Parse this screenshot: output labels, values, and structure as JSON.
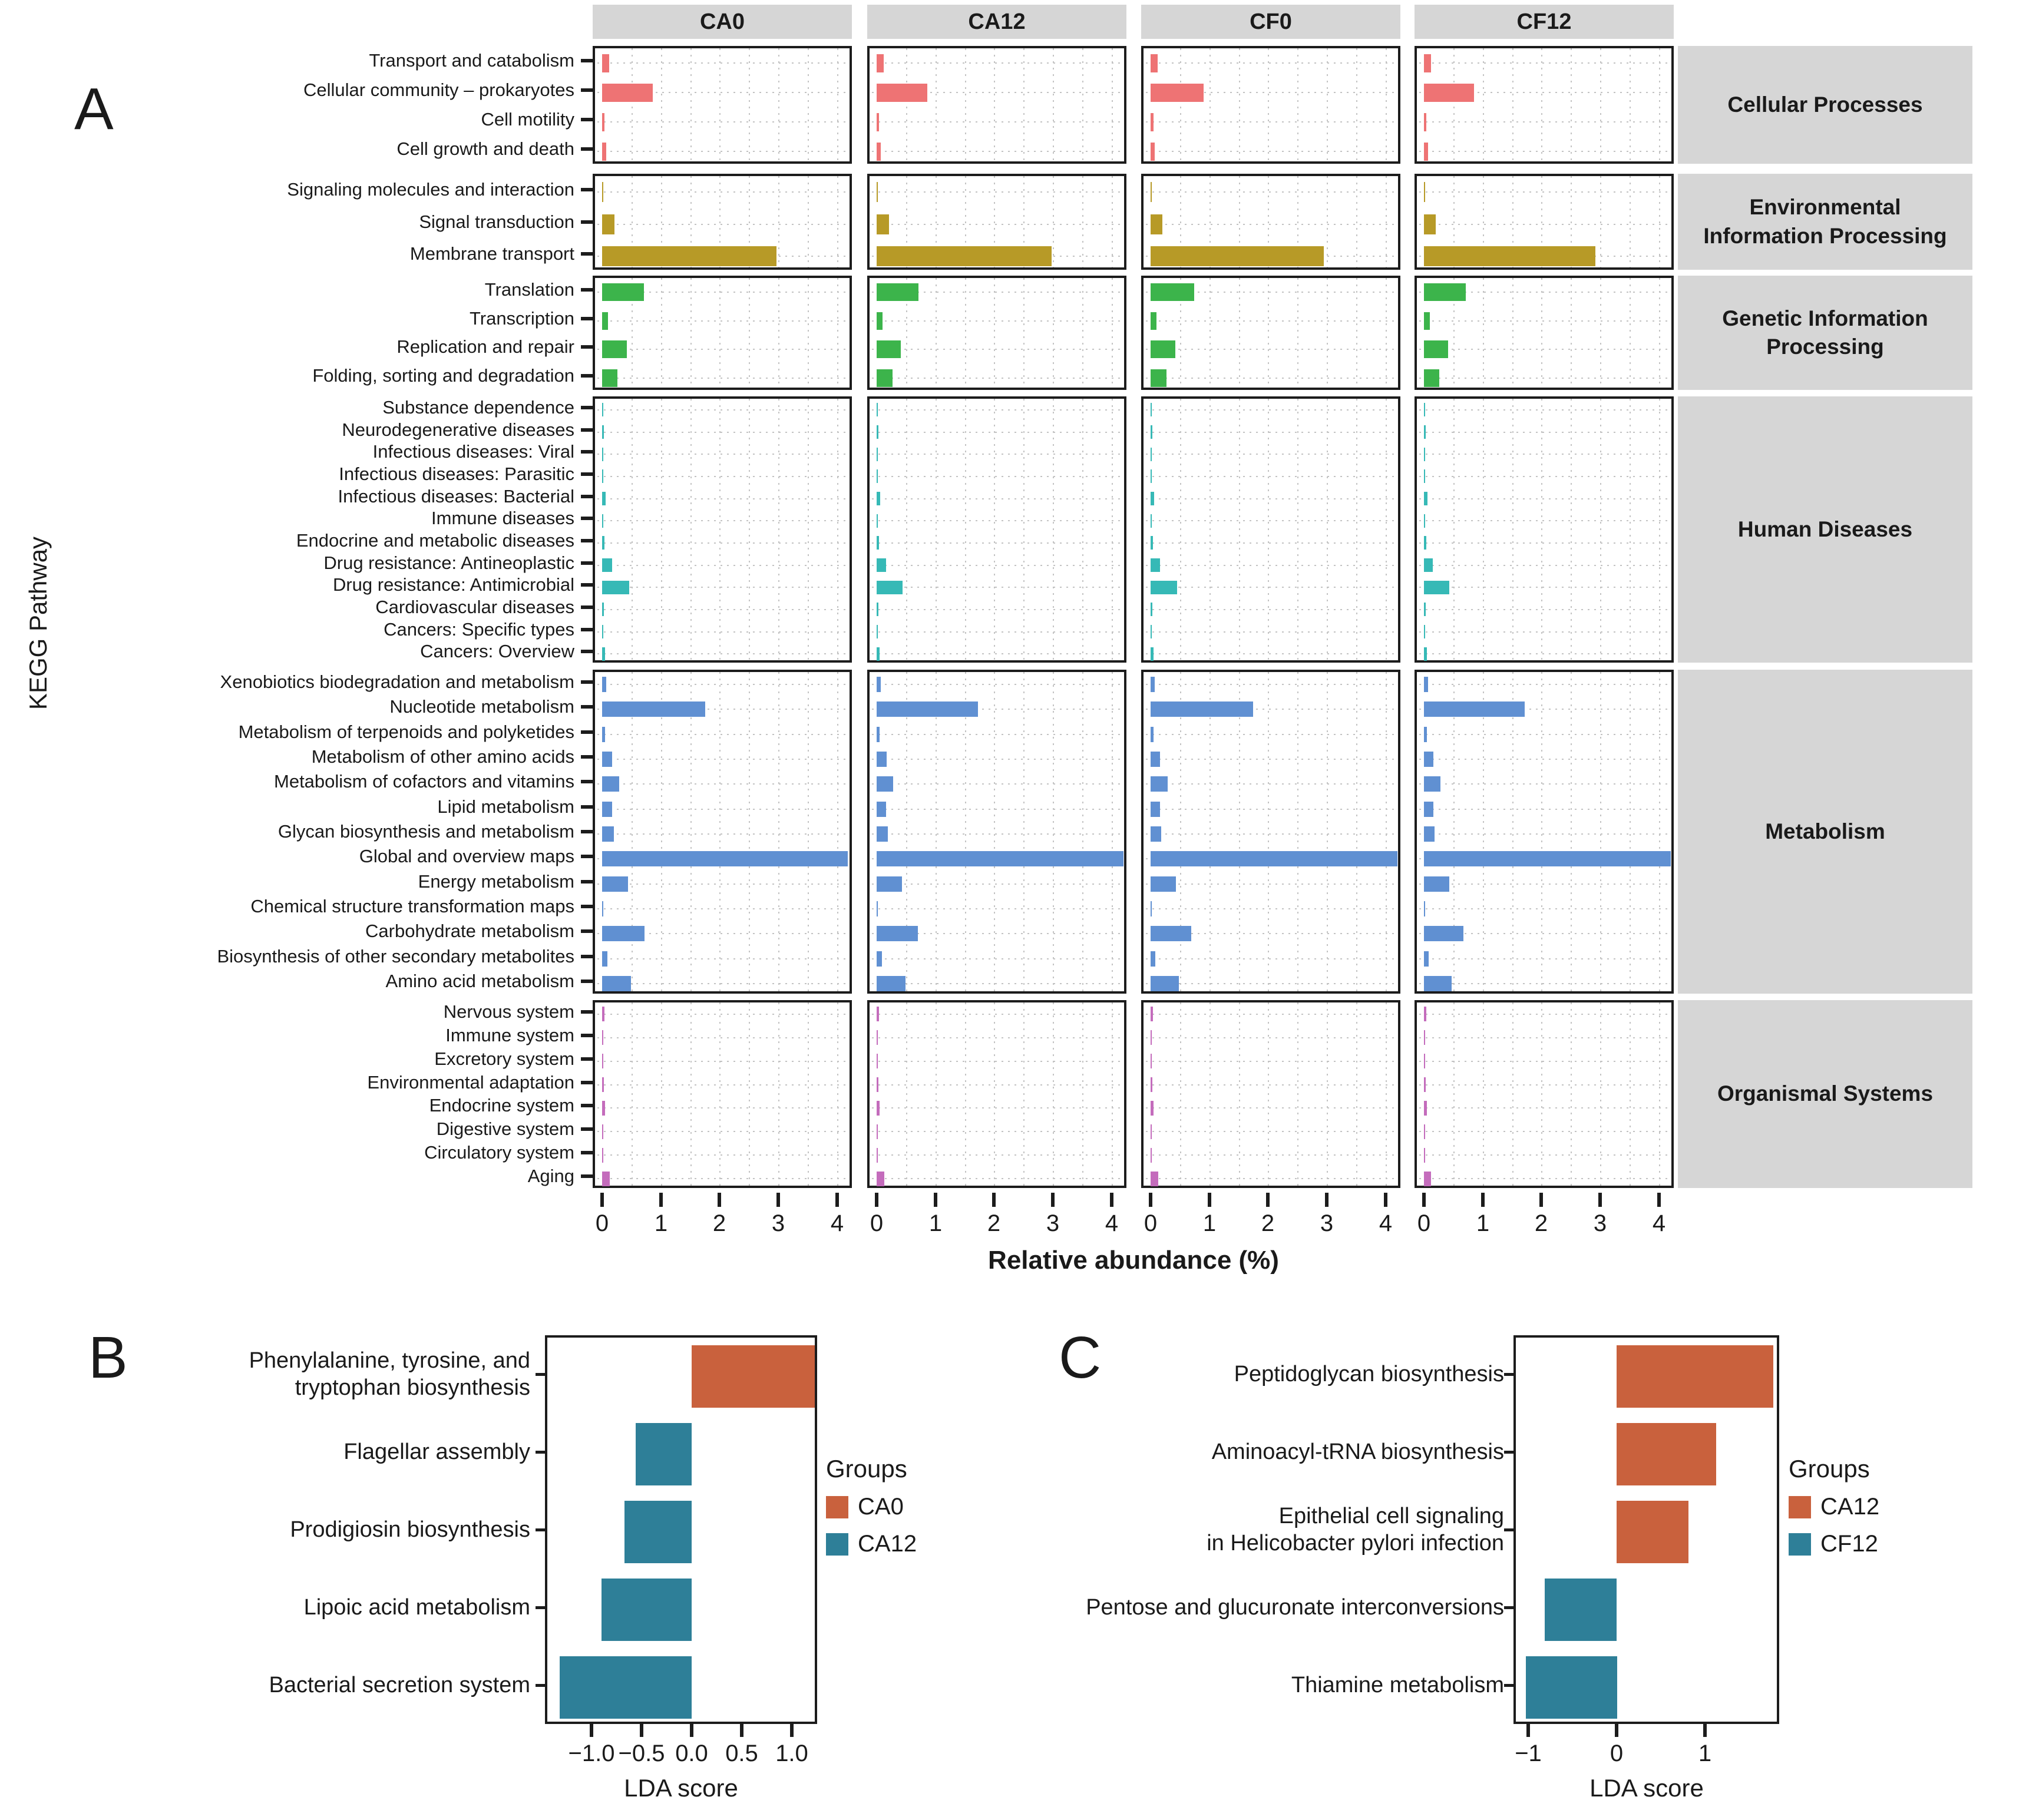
{
  "chart_data": [
    {
      "panel_label": "A",
      "type": "bar",
      "orientation": "horizontal",
      "x_label": "Relative abundance (%)",
      "y_label": "KEGG Pathway",
      "facet_columns": [
        "CA0",
        "CA12",
        "CF0",
        "CF12"
      ],
      "x_ticks": [
        0,
        1,
        2,
        3,
        4
      ],
      "xlim": [
        0,
        4.25
      ],
      "grid": "dotted",
      "facets": [
        {
          "category": "Cellular Processes",
          "color": "#EE7374",
          "rows": [
            {
              "label": "Transport and catabolism",
              "values": [
                0.12,
                0.12,
                0.12,
                0.12
              ]
            },
            {
              "label": "Cellular community – prokaryotes",
              "values": [
                0.86,
                0.86,
                0.9,
                0.85
              ]
            },
            {
              "label": "Cell motility",
              "values": [
                0.04,
                0.04,
                0.05,
                0.04
              ]
            },
            {
              "label": "Cell growth and death",
              "values": [
                0.07,
                0.07,
                0.07,
                0.07
              ]
            }
          ]
        },
        {
          "category": "Environmental Information Processing",
          "color": "#B79A27",
          "rows": [
            {
              "label": "Signaling molecules and interaction",
              "values": [
                0.02,
                0.02,
                0.02,
                0.02
              ]
            },
            {
              "label": "Signal transduction",
              "values": [
                0.21,
                0.21,
                0.2,
                0.2
              ]
            },
            {
              "label": "Membrane transport",
              "values": [
                2.97,
                2.98,
                2.95,
                2.92
              ]
            }
          ]
        },
        {
          "category": "Genetic Information Processing",
          "color": "#3CB44B",
          "rows": [
            {
              "label": "Translation",
              "values": [
                0.71,
                0.71,
                0.74,
                0.71
              ]
            },
            {
              "label": "Transcription",
              "values": [
                0.1,
                0.1,
                0.1,
                0.1
              ]
            },
            {
              "label": "Replication and repair",
              "values": [
                0.42,
                0.41,
                0.42,
                0.41
              ]
            },
            {
              "label": "Folding, sorting and degradation",
              "values": [
                0.26,
                0.27,
                0.27,
                0.26
              ]
            }
          ]
        },
        {
          "category": "Human Diseases",
          "color": "#36B9B6",
          "rows": [
            {
              "label": "Substance dependence",
              "values": [
                0.01,
                0.01,
                0.01,
                0.01
              ]
            },
            {
              "label": "Neurodegenerative diseases",
              "values": [
                0.03,
                0.03,
                0.03,
                0.03
              ]
            },
            {
              "label": "Infectious diseases: Viral",
              "values": [
                0.02,
                0.02,
                0.02,
                0.02
              ]
            },
            {
              "label": "Infectious diseases: Parasitic",
              "values": [
                0.01,
                0.01,
                0.01,
                0.01
              ]
            },
            {
              "label": "Infectious diseases: Bacterial",
              "values": [
                0.06,
                0.06,
                0.06,
                0.06
              ]
            },
            {
              "label": "Immune diseases",
              "values": [
                0.02,
                0.02,
                0.02,
                0.02
              ]
            },
            {
              "label": "Endocrine and metabolic diseases",
              "values": [
                0.04,
                0.04,
                0.04,
                0.04
              ]
            },
            {
              "label": "Drug resistance: Antineoplastic",
              "values": [
                0.17,
                0.16,
                0.16,
                0.15
              ]
            },
            {
              "label": "Drug resistance: Antimicrobial",
              "values": [
                0.46,
                0.44,
                0.45,
                0.43
              ]
            },
            {
              "label": "Cardiovascular diseases",
              "values": [
                0.03,
                0.03,
                0.03,
                0.03
              ]
            },
            {
              "label": "Cancers: Specific types",
              "values": [
                0.02,
                0.02,
                0.02,
                0.02
              ]
            },
            {
              "label": "Cancers: Overview",
              "values": [
                0.05,
                0.05,
                0.05,
                0.05
              ]
            }
          ]
        },
        {
          "category": "Metabolism",
          "color": "#6090D2",
          "rows": [
            {
              "label": "Xenobiotics biodegradation and metabolism",
              "values": [
                0.07,
                0.07,
                0.07,
                0.07
              ]
            },
            {
              "label": "Nucleotide metabolism",
              "values": [
                1.76,
                1.73,
                1.75,
                1.72
              ]
            },
            {
              "label": "Metabolism of terpenoids and polyketides",
              "values": [
                0.05,
                0.05,
                0.05,
                0.05
              ]
            },
            {
              "label": "Metabolism of other amino acids",
              "values": [
                0.17,
                0.17,
                0.16,
                0.16
              ]
            },
            {
              "label": "Metabolism of cofactors and vitamins",
              "values": [
                0.29,
                0.28,
                0.29,
                0.28
              ]
            },
            {
              "label": "Lipid metabolism",
              "values": [
                0.17,
                0.16,
                0.16,
                0.16
              ]
            },
            {
              "label": "Glycan biosynthesis and metabolism",
              "values": [
                0.2,
                0.19,
                0.18,
                0.18
              ]
            },
            {
              "label": "Global and overview maps",
              "values": [
                4.18,
                4.2,
                4.22,
                4.28
              ]
            },
            {
              "label": "Energy metabolism",
              "values": [
                0.44,
                0.43,
                0.43,
                0.43
              ]
            },
            {
              "label": "Chemical structure transformation maps",
              "values": [
                0.02,
                0.02,
                0.02,
                0.02
              ]
            },
            {
              "label": "Carbohydrate metabolism",
              "values": [
                0.72,
                0.7,
                0.69,
                0.67
              ]
            },
            {
              "label": "Biosynthesis of other secondary metabolites",
              "values": [
                0.09,
                0.09,
                0.08,
                0.08
              ]
            },
            {
              "label": "Amino acid metabolism",
              "values": [
                0.49,
                0.49,
                0.48,
                0.47
              ]
            }
          ]
        },
        {
          "category": "Organismal Systems",
          "color": "#C46CBC",
          "rows": [
            {
              "label": "Nervous system",
              "values": [
                0.04,
                0.04,
                0.04,
                0.04
              ]
            },
            {
              "label": "Immune system",
              "values": [
                0.02,
                0.02,
                0.02,
                0.02
              ]
            },
            {
              "label": "Excretory system",
              "values": [
                0.01,
                0.01,
                0.01,
                0.01
              ]
            },
            {
              "label": "Environmental adaptation",
              "values": [
                0.03,
                0.03,
                0.03,
                0.03
              ]
            },
            {
              "label": "Endocrine system",
              "values": [
                0.05,
                0.05,
                0.05,
                0.05
              ]
            },
            {
              "label": "Digestive system",
              "values": [
                0.02,
                0.02,
                0.02,
                0.02
              ]
            },
            {
              "label": "Circulatory system",
              "values": [
                0.01,
                0.01,
                0.01,
                0.01
              ]
            },
            {
              "label": "Aging",
              "values": [
                0.13,
                0.13,
                0.13,
                0.12
              ]
            }
          ]
        }
      ]
    },
    {
      "panel_label": "B",
      "type": "bar",
      "orientation": "horizontal",
      "x_label": "LDA score",
      "categories": [
        "Phenylalanine, tyrosine, and tryptophan biosynthesis",
        "Flagellar assembly",
        "Prodigiosin biosynthesis",
        "Lipoic acid metabolism",
        "Bacterial secretion system"
      ],
      "label_lines": [
        [
          "Phenylalanine, tyrosine, and",
          "tryptophan biosynthesis"
        ],
        [
          "Flagellar assembly"
        ],
        [
          "Prodigiosin biosynthesis"
        ],
        [
          "Lipoic acid metabolism"
        ],
        [
          "Bacterial secretion system"
        ]
      ],
      "values": [
        1.23,
        -0.56,
        -0.67,
        -0.9,
        -1.32
      ],
      "groups": [
        "CA0",
        "CA12",
        "CA12",
        "CA12",
        "CA12"
      ],
      "group_colors": {
        "CA0": "#C9613D",
        "CA12": "#2E7F98"
      },
      "x_ticks": [
        -1,
        -0.5,
        0,
        0.5,
        1
      ],
      "x_tick_labels": [
        "−1.0",
        "−0.5",
        "0.0",
        "0.5",
        "1.0"
      ],
      "xlim": [
        -1.43,
        1.27
      ],
      "legend": {
        "title": "Groups",
        "entries": [
          {
            "label": "CA0",
            "color": "#C9613D"
          },
          {
            "label": "CA12",
            "color": "#2E7F98"
          }
        ]
      }
    },
    {
      "panel_label": "C",
      "type": "bar",
      "orientation": "horizontal",
      "x_label": "LDA score",
      "categories": [
        "Peptidoglycan biosynthesis",
        "Aminoacyl-tRNA biosynthesis",
        "Epithelial cell signaling in Helicobacter pylori infection",
        "Pentose and glucuronate interconversions",
        "Thiamine metabolism"
      ],
      "label_lines": [
        [
          "Peptidoglycan biosynthesis"
        ],
        [
          "Aminoacyl-tRNA biosynthesis"
        ],
        [
          "Epithelial cell signaling",
          "in Helicobacter pylori infection"
        ],
        [
          "Pentose and glucuronate interconversions"
        ],
        [
          "Thiamine metabolism"
        ]
      ],
      "values": [
        1.77,
        1.13,
        0.81,
        -0.81,
        -1.03
      ],
      "groups": [
        "CA12",
        "CA12",
        "CA12",
        "CF12",
        "CF12"
      ],
      "group_colors": {
        "CA12": "#C9613D",
        "CF12": "#2E7F98"
      },
      "x_ticks": [
        -1,
        0,
        1
      ],
      "x_tick_labels": [
        "−1",
        "0",
        "1"
      ],
      "xlim": [
        -1.14,
        1.87
      ],
      "legend": {
        "title": "Groups",
        "entries": [
          {
            "label": "CA12",
            "color": "#C9613D"
          },
          {
            "label": "CF12",
            "color": "#2E7F98"
          }
        ]
      }
    }
  ]
}
